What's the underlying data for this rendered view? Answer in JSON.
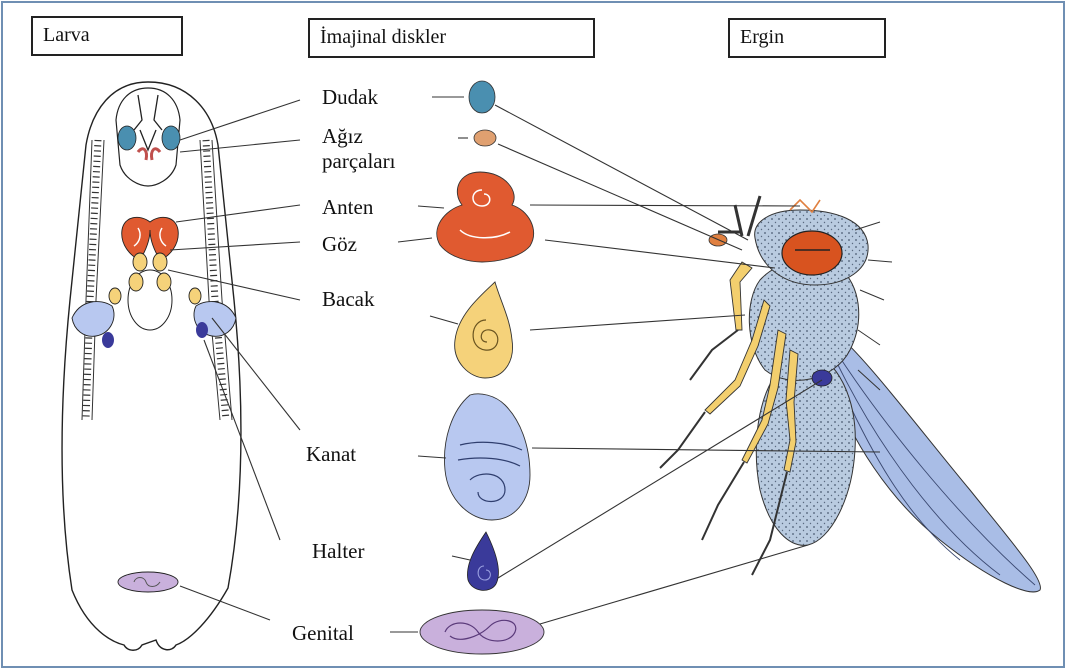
{
  "headers": {
    "larva": "Larva",
    "discs": "İmajinal diskler",
    "adult": "Ergin"
  },
  "labels": {
    "dudak": "Dudak",
    "agiz_1": "Ağız",
    "agiz_2": "parçaları",
    "anten": "Anten",
    "goz": "Göz",
    "bacak": "Bacak",
    "kanat": "Kanat",
    "halter": "Halter",
    "genital": "Genital"
  },
  "colors": {
    "frame": "#6f8fb3",
    "dudak_disc": "#4a8fb0",
    "agiz_disc": "#e0a070",
    "eye_antenna_disc": "#e05a30",
    "leg_disc": "#f5d27a",
    "wing_disc": "#b8c8f0",
    "halter_disc": "#3a3a9a",
    "genital_disc": "#c9b0dc",
    "fly_body": "#b9cbe0",
    "fly_eye": "#d8531f"
  }
}
